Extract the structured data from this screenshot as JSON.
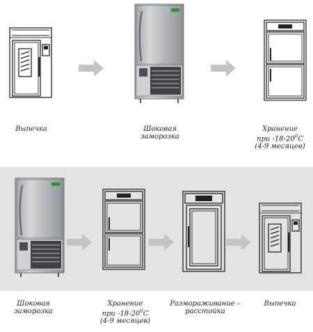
{
  "top_row": {
    "steps": [
      {
        "caption": "Выпечка"
      },
      {
        "caption": "Шоковая\nзаморозка"
      },
      {
        "caption_before_sup": "Хранение\nпри -18-20",
        "sup": "0",
        "caption_after_sup": "С\n(4-9 месяцев)"
      }
    ]
  },
  "bottom_row": {
    "steps": [
      {
        "caption": "Шоковая\nзаморозка"
      },
      {
        "caption_before_sup": "Хранение\nпри -18-20",
        "sup": "0",
        "caption_after_sup": "С\n(4-9 месяцев)"
      },
      {
        "caption": "Размораживание –\nрасстойка"
      },
      {
        "caption": "Выпечка"
      }
    ]
  },
  "colors": {
    "band": "#e3e3e3",
    "arrow": "#c4c4c4",
    "freezer_steel": "#b8bcbf",
    "freezer_logo": "#3a8c3a"
  }
}
